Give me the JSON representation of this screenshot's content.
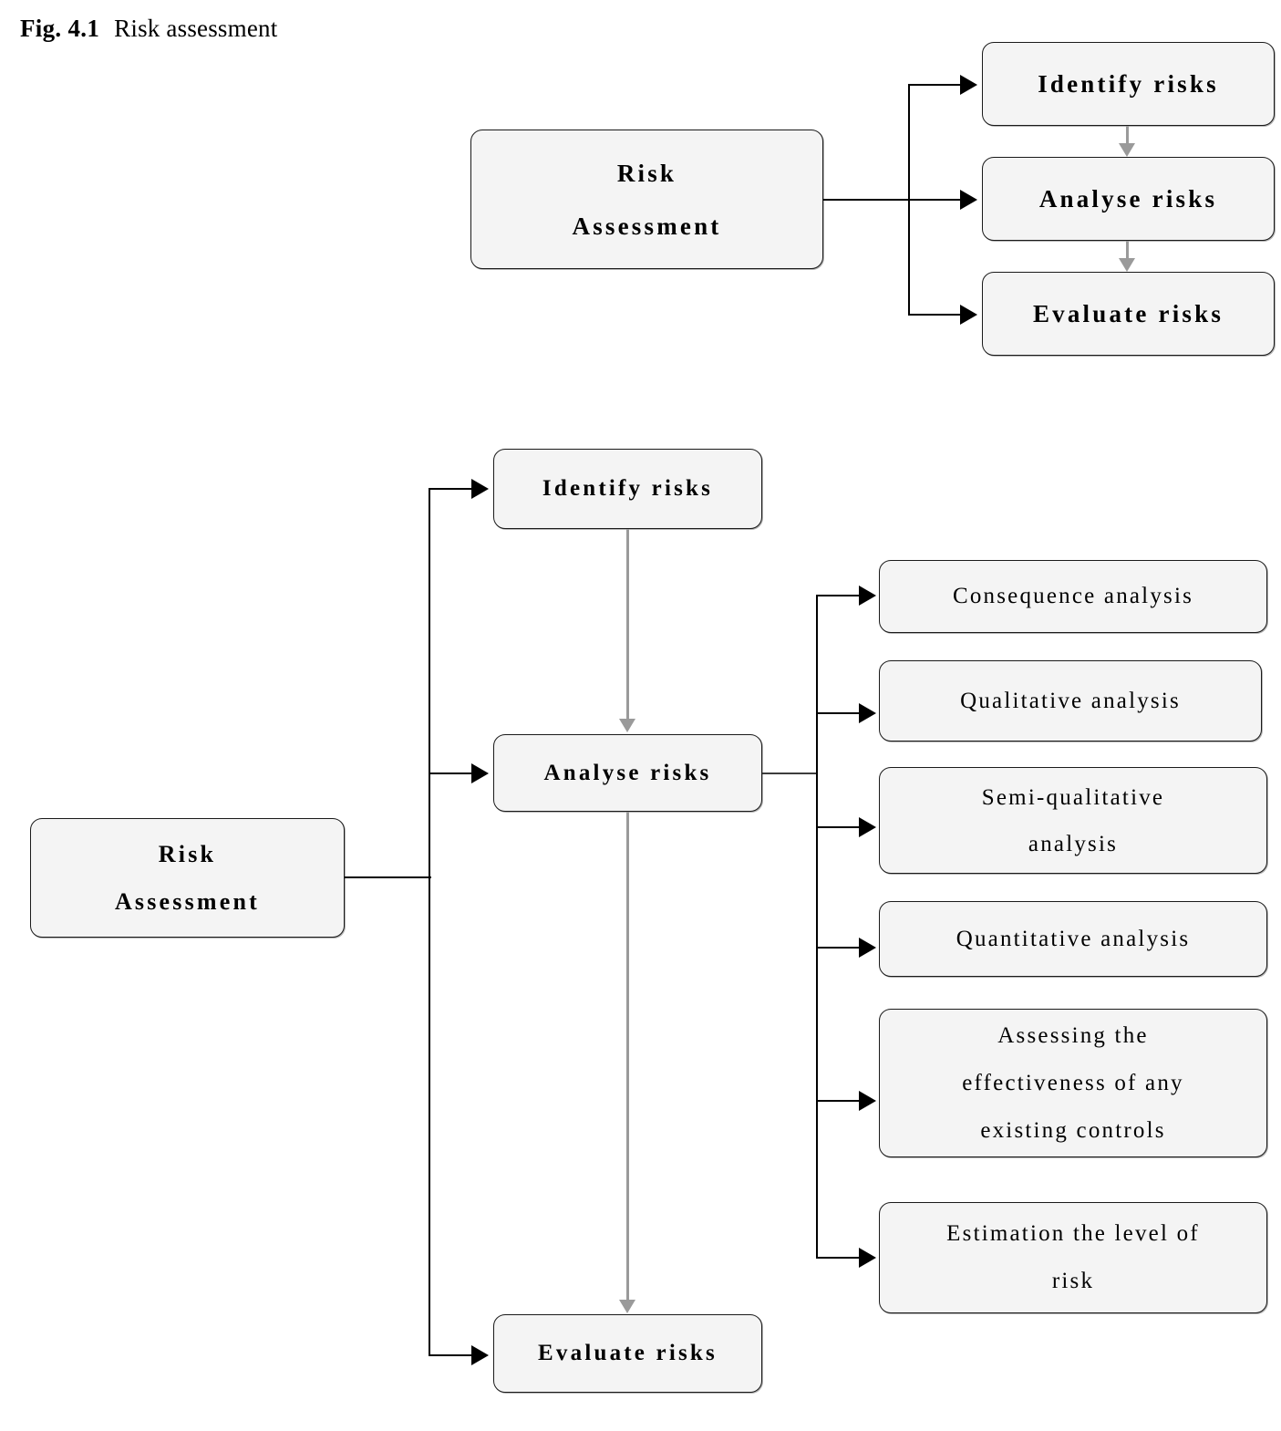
{
  "caption": {
    "figure_label": "Fig. 4.1",
    "figure_text": "Risk assessment"
  },
  "colors": {
    "node_fill": "#f4f4f4",
    "node_border": "#1a1a1a",
    "arrow_black": "#000000",
    "arrow_gray": "#9a9a9a",
    "page_background": "#ffffff"
  },
  "diagram_top": {
    "name": "risk-assessment-overview",
    "root": {
      "label": "Risk\nAssessment",
      "line1": "Risk",
      "line2": "Assessment"
    },
    "branches": [
      {
        "label": "Identify risks"
      },
      {
        "label": "Analyse risks"
      },
      {
        "label": "Evaluate risks"
      }
    ],
    "flow_sequence": [
      "Identify risks",
      "Analyse risks",
      "Evaluate risks"
    ]
  },
  "diagram_bottom": {
    "name": "risk-assessment-expanded",
    "root": {
      "label": "Risk\nAssessment",
      "line1": "Risk",
      "line2": "Assessment"
    },
    "branches": [
      {
        "label": "Identify risks"
      },
      {
        "label": "Analyse risks"
      },
      {
        "label": "Evaluate risks"
      }
    ],
    "flow_sequence": [
      "Identify risks",
      "Analyse risks",
      "Evaluate risks"
    ],
    "analyse_subitems": [
      {
        "label": "Consequence analysis",
        "lines": [
          "Consequence analysis"
        ]
      },
      {
        "label": "Qualitative analysis",
        "lines": [
          "Qualitative analysis"
        ]
      },
      {
        "label": "Semi-qualitative analysis",
        "lines": [
          "Semi-qualitative",
          "analysis"
        ]
      },
      {
        "label": "Quantitative analysis",
        "lines": [
          "Quantitative analysis"
        ]
      },
      {
        "label": "Assessing the effectiveness of any existing controls",
        "lines": [
          "Assessing the",
          "effectiveness of any",
          "existing controls"
        ]
      },
      {
        "label": "Estimation the level of risk",
        "lines": [
          "Estimation the level of",
          "risk"
        ]
      }
    ]
  }
}
